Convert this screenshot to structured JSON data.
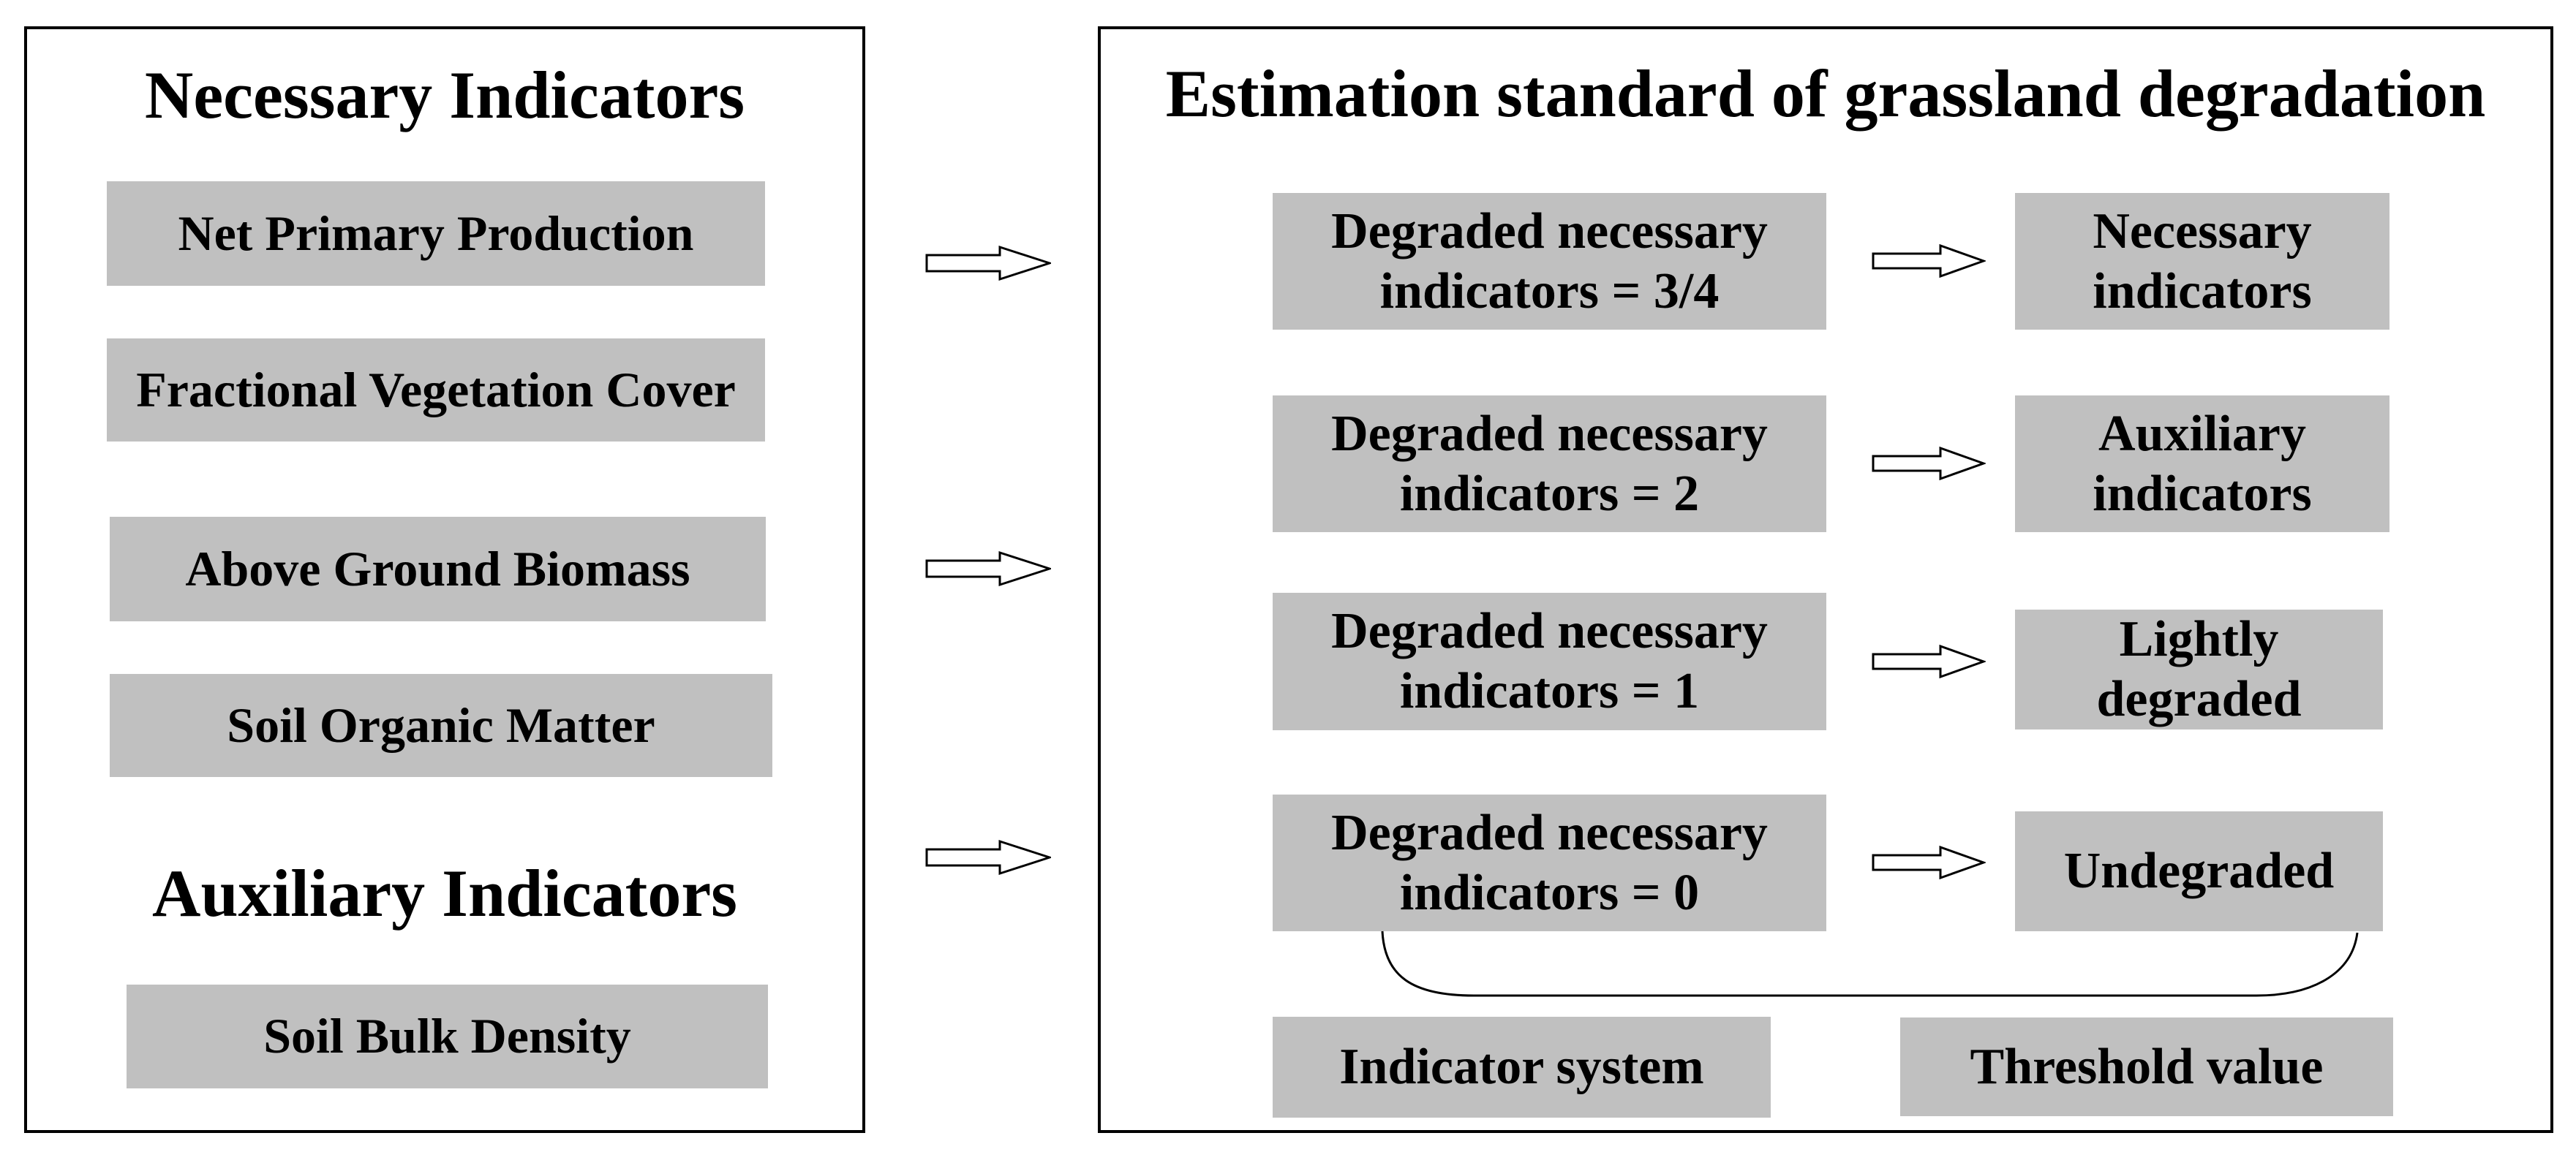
{
  "left_panel": {
    "title": "Necessary Indicators",
    "subtitle": "Auxiliary Indicators",
    "boxes": {
      "npp": "Net Primary Production",
      "fvc": "Fractional Vegetation Cover",
      "agb": "Above Ground Biomass",
      "som": "Soil Organic Matter",
      "sbd": "Soil Bulk Density"
    }
  },
  "right_panel": {
    "title": "Estimation standard of grassland degradation",
    "rows": [
      {
        "left_line1": "Degraded necessary",
        "left_line2": "indicators = 3/4",
        "right_line1": "Necessary",
        "right_line2": "indicators"
      },
      {
        "left_line1": "Degraded necessary",
        "left_line2": "indicators = 2",
        "right_line1": "Auxiliary",
        "right_line2": "indicators"
      },
      {
        "left_line1": "Degraded necessary",
        "left_line2": "indicators = 1",
        "right_line1": "Lightly",
        "right_line2": "degraded"
      },
      {
        "left_line1": "Degraded necessary",
        "left_line2": "indicators = 0",
        "right_line1": "Undegraded",
        "right_line2": ""
      }
    ],
    "bottom": {
      "indicator_system": "Indicator system",
      "threshold_value": "Threshold value"
    }
  },
  "icons": {
    "flow_arrow": "hollow-right-block-arrow",
    "brace_curve": "rounded-connector-curve"
  },
  "colors": {
    "box_fill": "#c0c0c0",
    "border": "#000000",
    "background": "#ffffff"
  }
}
